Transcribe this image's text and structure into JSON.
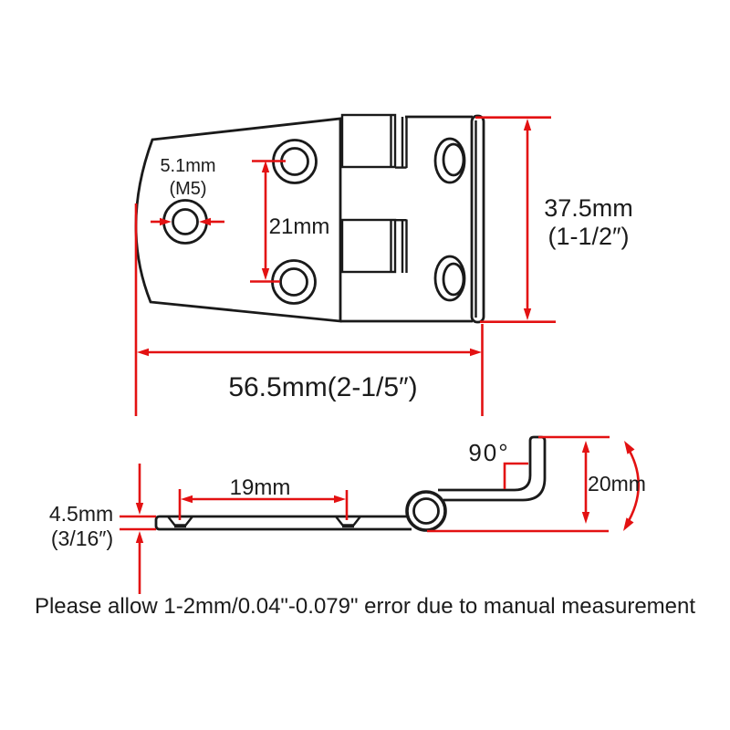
{
  "colors": {
    "background": "#ffffff",
    "line": "#1a1a1a",
    "dimension_red": "#e31112"
  },
  "top_view": {
    "hole_diameter": "5.1mm",
    "hole_thread": "(M5)",
    "hole_spacing": "21mm",
    "height_mm": "37.5mm",
    "height_in": "(1-1/2″)",
    "width": "56.5mm(2-1/5″)"
  },
  "side_view": {
    "thickness_mm": "4.5mm",
    "thickness_in": "(3/16″)",
    "hole_spacing": "19mm",
    "bend_angle": "90°",
    "flange_height": "20mm"
  },
  "note": "Please allow 1-2mm/0.04\"-0.079\" error due to manual measurement"
}
